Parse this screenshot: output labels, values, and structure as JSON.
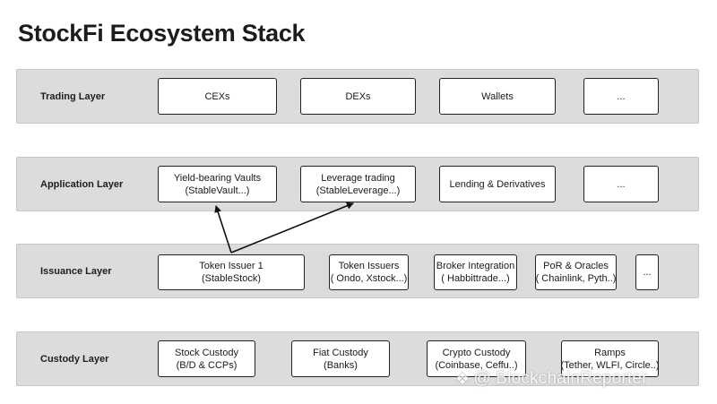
{
  "title": "StockFi Ecosystem Stack",
  "layers": {
    "trading": {
      "label": "Trading Layer",
      "nodes": [
        {
          "lines": [
            "CEXs"
          ]
        },
        {
          "lines": [
            "DEXs"
          ]
        },
        {
          "lines": [
            "Wallets"
          ]
        },
        {
          "lines": [
            "..."
          ]
        }
      ]
    },
    "application": {
      "label": "Application Layer",
      "nodes": [
        {
          "lines": [
            "Yield-bearing Vaults",
            "(StableVault...)"
          ]
        },
        {
          "lines": [
            "Leverage trading",
            "(StableLeverage...)"
          ]
        },
        {
          "lines": [
            "Lending & Derivatives"
          ]
        },
        {
          "lines": [
            "..."
          ]
        }
      ]
    },
    "issuance": {
      "label": "Issuance Layer",
      "nodes": [
        {
          "lines": [
            "Token Issuer 1",
            "(StableStock)"
          ]
        },
        {
          "lines": [
            "Token Issuers",
            "( Ondo, Xstock...)"
          ]
        },
        {
          "lines": [
            "Broker Integration",
            "( Habbittrade...)"
          ]
        },
        {
          "lines": [
            "PoR & Oracles",
            "( Chainlink, Pyth..)"
          ]
        },
        {
          "lines": [
            "..."
          ]
        }
      ]
    },
    "custody": {
      "label": "Custody Layer",
      "nodes": [
        {
          "lines": [
            "Stock Custody",
            "(B/D & CCPs)"
          ]
        },
        {
          "lines": [
            "Fiat Custody",
            "(Banks)"
          ]
        },
        {
          "lines": [
            "Crypto Custody",
            "(Coinbase, Ceffu..)"
          ]
        },
        {
          "lines": [
            "Ramps",
            "(Tether, WLFI, Circle..)"
          ]
        }
      ]
    }
  },
  "watermark": {
    "icon": "binance-diamond-icon",
    "text": "@ BlockchainReporter"
  }
}
